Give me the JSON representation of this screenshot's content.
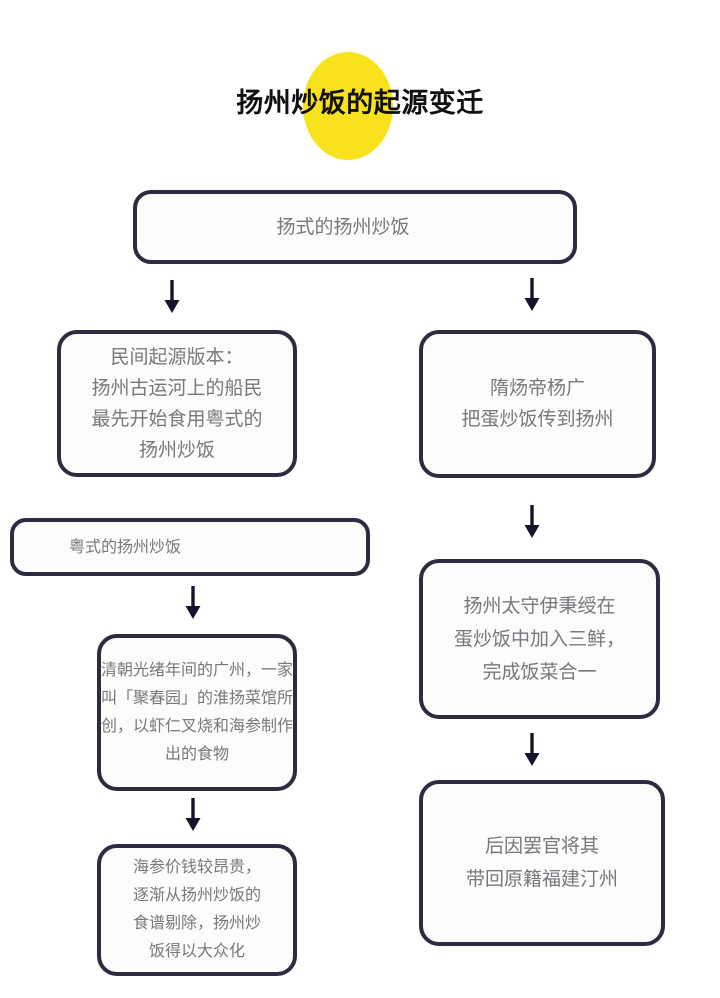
{
  "title": {
    "text": "扬州炒饭的起源变迁",
    "highlight_color": "#f7e21c",
    "text_color": "#111111"
  },
  "theme": {
    "box_border_color": "#2b2b42",
    "box_fill_color": "#fcfcfa",
    "box_text_color": "#77777f",
    "arrow_color": "#14142b",
    "page_background": "#ffffff"
  },
  "nodes": {
    "top": {
      "label": "扬式的扬州炒饭"
    },
    "folk_origin": {
      "label": "民间起源版本：\n扬州古运河上的船民\n最先开始食用粤式的\n扬州炒饭"
    },
    "emperor": {
      "label": "隋炀帝杨广\n把蛋炒饭传到扬州"
    },
    "cantonese_style": {
      "label": "粤式的扬州炒饭"
    },
    "qing_guangzhou": {
      "label": "清朝光绪年间的广州，一家叫「聚春园」的淮扬菜馆所创，以虾仁叉烧和海参制作出的食物"
    },
    "sea_cucumber": {
      "label": "海参价钱较昂贵，\n逐渐从扬州炒饭的\n食谱剔除，扬州炒\n饭得以大众化"
    },
    "prefect_yi": {
      "label": "扬州太守伊秉绶在\n蛋炒饭中加入三鲜，\n完成饭菜合一"
    },
    "fujian": {
      "label": "后因罢官将其\n带回原籍福建汀州"
    }
  },
  "arrows": {
    "top_to_folk": "down-arrow",
    "top_to_emperor": "down-arrow",
    "canton_to_qing": "down-arrow",
    "qing_to_cheap": "down-arrow",
    "emperor_to_prefect": "down-arrow",
    "prefect_to_fujian": "down-arrow"
  }
}
